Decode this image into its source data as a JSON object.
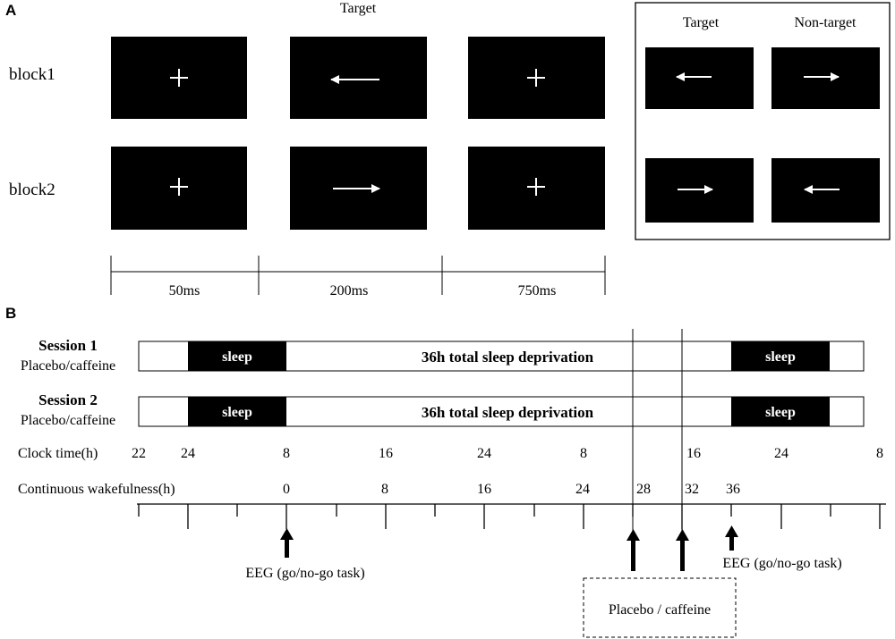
{
  "panel_a": {
    "letter": "A",
    "target_label": "Target",
    "blocks": [
      "block1",
      "block2"
    ],
    "block1_frames": [
      "plus",
      "arrow-left",
      "plus"
    ],
    "block2_frames": [
      "plus",
      "arrow-right",
      "plus"
    ],
    "durations": [
      "50ms",
      "200ms",
      "750ms"
    ],
    "legend": {
      "target": "Target",
      "non_target": "Non-target",
      "row1": [
        "arrow-left",
        "arrow-right"
      ],
      "row2": [
        "arrow-right",
        "arrow-left"
      ]
    }
  },
  "panel_b": {
    "letter": "B",
    "sessions": [
      {
        "title": "Session 1",
        "subtitle": "Placebo/caffeine",
        "sleep1": "sleep",
        "deprivation": "36h total sleep deprivation",
        "sleep2": "sleep"
      },
      {
        "title": "Session 2",
        "subtitle": "Placebo/caffeine",
        "sleep1": "sleep",
        "deprivation": "36h total sleep deprivation",
        "sleep2": "sleep"
      }
    ],
    "clock_label": "Clock time(h)",
    "clock_ticks": [
      "22",
      "24",
      "8",
      "16",
      "24",
      "8",
      "16",
      "24",
      "8"
    ],
    "wake_label": "Continuous wakefulness(h)",
    "wake_ticks": [
      "0",
      "8",
      "16",
      "24",
      "28",
      "32",
      "36"
    ],
    "eeg_label_1": "EEG (go/no-go task)",
    "eeg_label_2": "EEG (go/no-go task)",
    "placebo_label": "Placebo / caffeine"
  }
}
